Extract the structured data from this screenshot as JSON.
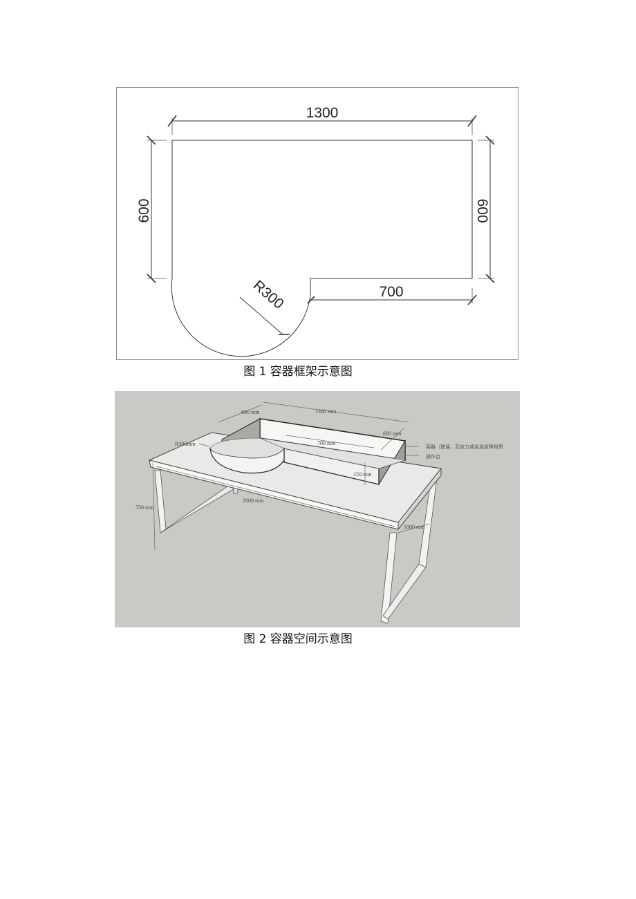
{
  "figure1": {
    "caption": "图 1 容器框架示意图",
    "dimensions": {
      "top_width": "1300",
      "left_height": "600",
      "right_height": "600",
      "bottom_width": "700",
      "radius": "R300"
    }
  },
  "figure2": {
    "caption": "图 2 容器空间示意图",
    "labels": {
      "container_depth": "600 mm",
      "container_length": "1300 mm",
      "right_depth": "600 mm",
      "radius": "R300mm",
      "inner_length": "700 mm",
      "container_height": "150 mm",
      "table_height": "750 mm",
      "table_length": "2000 mm",
      "table_depth": "1000 mm",
      "callout_container": "容器（玻璃、亚克力或金属板等材质",
      "callout_table": "操作台"
    },
    "colors": {
      "background": "#c9c9c5",
      "surface": "#efefed",
      "shade": "#a9a9a6"
    }
  }
}
